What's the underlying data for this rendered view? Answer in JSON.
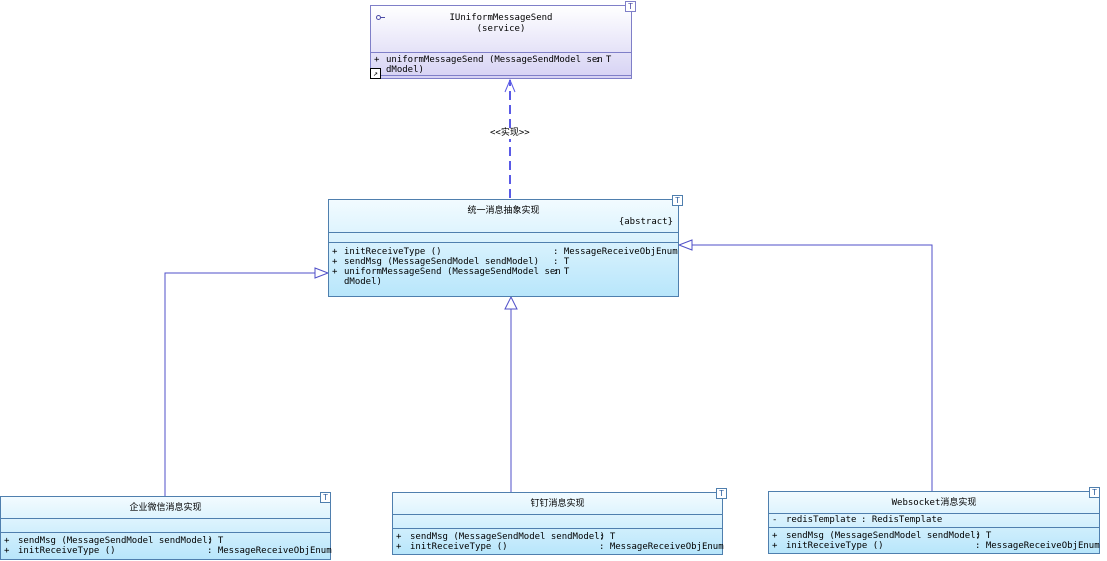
{
  "interface": {
    "name": "IUniformMessageSend",
    "stereotype": "(service)",
    "tag": "T",
    "operations": [
      {
        "vis": "+",
        "sig": "uniformMessageSend (MessageSendModel sen",
        "type": ": T"
      },
      {
        "vis": "",
        "sig": "dModel)",
        "type": ""
      }
    ]
  },
  "realization_label": "<<实现>>",
  "abstract_class": {
    "name": "统一消息抽象实现",
    "modifier": "{abstract}",
    "tag": "T",
    "operations": [
      {
        "vis": "+",
        "sig": "initReceiveType ()",
        "type": ": MessageReceiveObjEnum"
      },
      {
        "vis": "+",
        "sig": "sendMsg (MessageSendModel sendModel)",
        "type": ": T"
      },
      {
        "vis": "+",
        "sig": "uniformMessageSend (MessageSendModel sen",
        "type": ": T"
      },
      {
        "vis": "",
        "sig": "dModel)",
        "type": ""
      }
    ]
  },
  "classes": [
    {
      "name": "企业微信消息实现",
      "tag": "T",
      "attributes": [],
      "operations": [
        {
          "vis": "+",
          "sig": "sendMsg (MessageSendModel sendModel)",
          "type": ": T"
        },
        {
          "vis": "+",
          "sig": "initReceiveType ()",
          "type": ": MessageReceiveObjEnum"
        }
      ]
    },
    {
      "name": "钉钉消息实现",
      "tag": "T",
      "attributes": [],
      "operations": [
        {
          "vis": "+",
          "sig": "sendMsg (MessageSendModel sendModel)",
          "type": ": T"
        },
        {
          "vis": "+",
          "sig": "initReceiveType ()",
          "type": ": MessageReceiveObjEnum"
        }
      ]
    },
    {
      "name": "Websocket消息实现",
      "tag": "T",
      "attributes": [
        {
          "vis": "-",
          "sig": "redisTemplate",
          "type": ": RedisTemplate"
        }
      ],
      "operations": [
        {
          "vis": "+",
          "sig": "sendMsg (MessageSendModel sendModel)",
          "type": ": T"
        },
        {
          "vis": "+",
          "sig": "initReceiveType ()",
          "type": ": MessageReceiveObjEnum"
        }
      ]
    }
  ],
  "colors": {
    "realization": "#5a5ae6",
    "generalization": "#4f4fc8"
  }
}
